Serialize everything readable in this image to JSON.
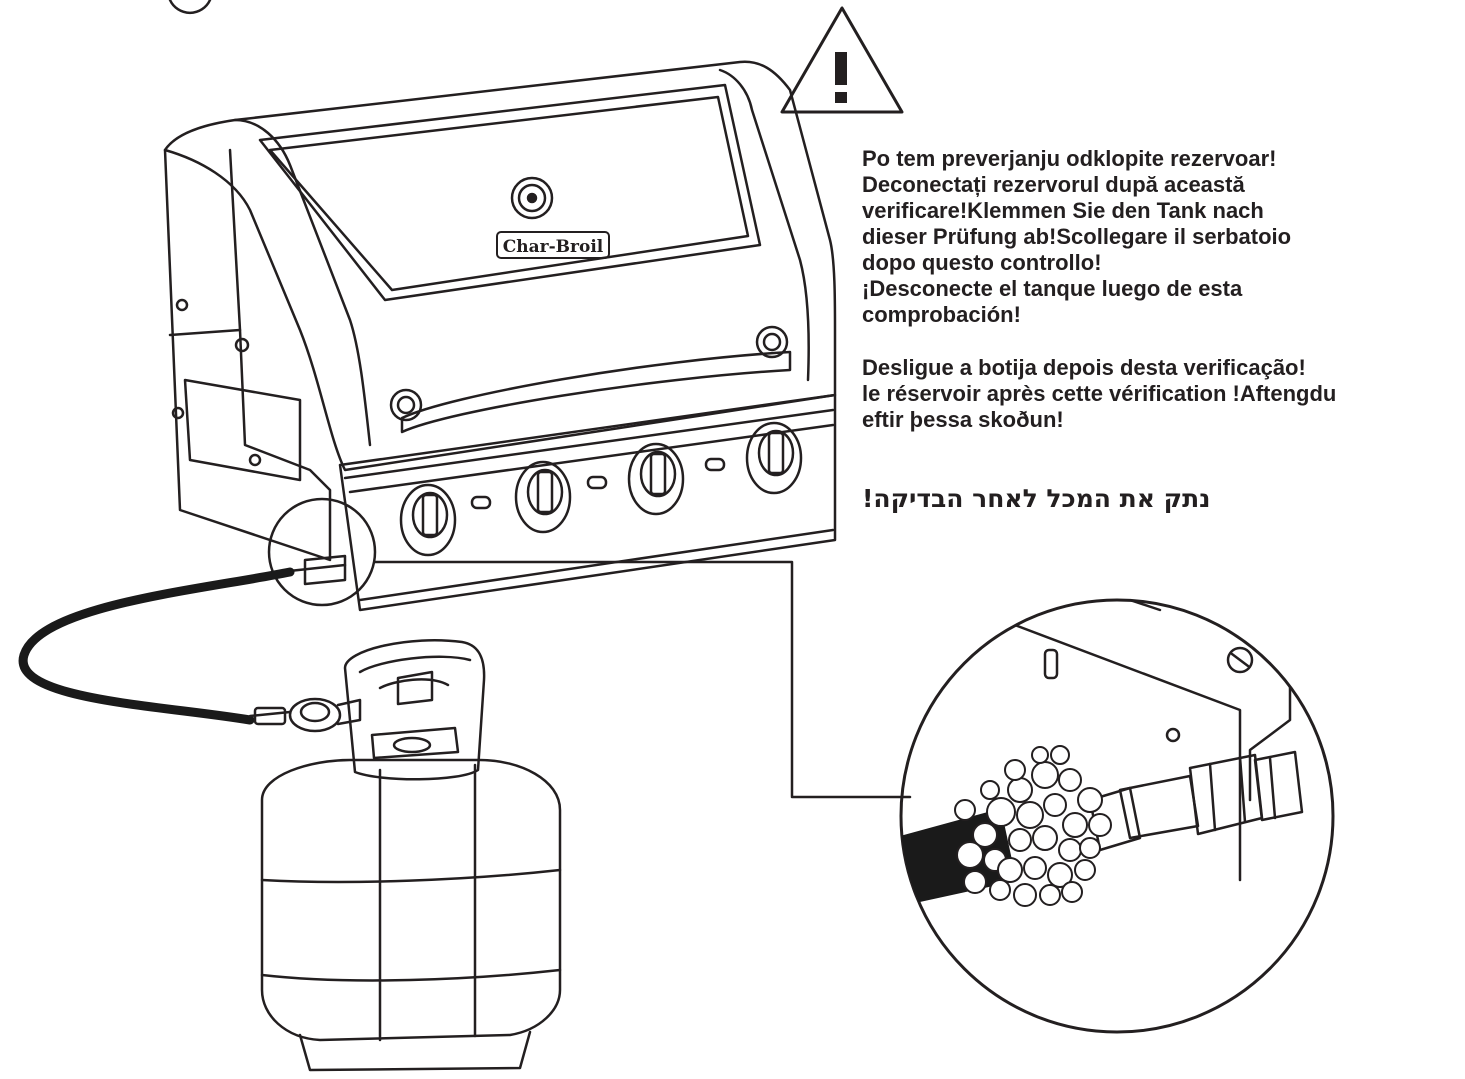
{
  "figure": {
    "brand_logo_text": "Char-Broil",
    "warning_symbol": "warning-triangle-icon",
    "text_block_1": [
      "Po tem preverjanju odklopite rezervoar!",
      "Deconectați rezervorul după această",
      "verificare!Klemmen Sie den Tank nach",
      "dieser Prüfung ab!Scollegare il serbatoio",
      "dopo questo controllo!",
      "¡Desconecte el tanque luego de esta",
      "comprobación!"
    ],
    "text_block_2": [
      "Desligue a botija depois desta verificação!",
      "le réservoir après cette vérification !Aftengdu",
      "eftir þessa skoðun!"
    ],
    "text_block_3": "נתק את המכל לאחר הבדיקה!",
    "colors": {
      "ink": "#231f20",
      "background": "#ffffff",
      "hose": "#1a1a1a"
    }
  }
}
